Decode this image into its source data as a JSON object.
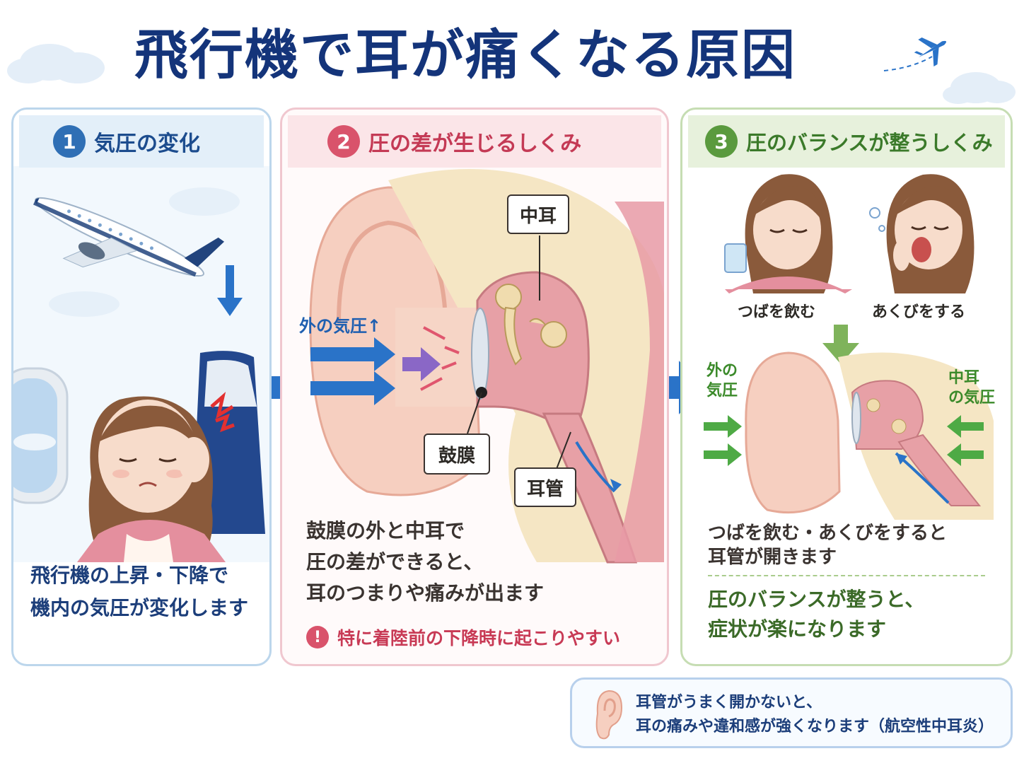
{
  "title": "飛行機で耳が痛くなる原因",
  "panel1": {
    "number": "1",
    "heading": "気圧の変化",
    "caption_line1": "飛行機の上昇・下降で",
    "caption_line2": "機内の気圧が変化します"
  },
  "panel2": {
    "number": "2",
    "heading": "圧の差が生じるしくみ",
    "outside_pressure_label": "外の気圧↑",
    "label_middle_ear": "中耳",
    "label_eardrum": "鼓膜",
    "label_eustachian_tube": "耳管",
    "caption_line1": "鼓膜の外と中耳で",
    "caption_line2": "圧の差ができると、",
    "caption_line3": "耳のつまりや痛みが出ます",
    "warning_icon": "!",
    "warning": "特に着陸前の下降時に起こりやすい"
  },
  "panel3": {
    "number": "3",
    "heading": "圧のバランスが整うしくみ",
    "action1": "つばを飲む",
    "action2": "あくびをする",
    "outside_pressure_line1": "外の",
    "outside_pressure_line2": "気圧",
    "middle_ear_pressure_line1": "中耳",
    "middle_ear_pressure_line2": "の気圧",
    "caption1_line1": "つばを飲む・あくびをすると",
    "caption1_line2": "耳管が開きます",
    "caption2_line1": "圧のバランスが整うと、",
    "caption2_line2": "症状が楽になります"
  },
  "note": {
    "line1": "耳管がうまく開かないと、",
    "line2": "耳の痛みや違和感が強くなります（航空性中耳炎）"
  },
  "colors": {
    "title": "#14347a",
    "panel1_accent": "#2f6fb5",
    "panel2_accent": "#d9536b",
    "panel3_accent": "#5a9a3e",
    "flow_arrow": "#2a73c8"
  }
}
